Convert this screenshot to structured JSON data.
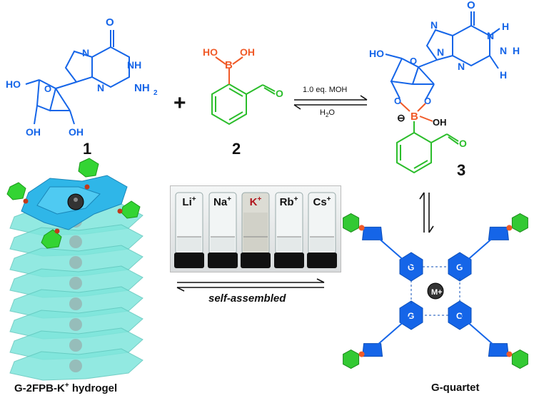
{
  "compounds": {
    "c1": {
      "number": "1"
    },
    "c2": {
      "number": "2"
    },
    "c3": {
      "number": "3"
    }
  },
  "atoms": {
    "oh": "OH",
    "ho": "HO",
    "nh2": "NH",
    "two": "2",
    "n": "N",
    "o": "O",
    "h": "H",
    "b": "B",
    "ominus": "⊖"
  },
  "reaction": {
    "plus": "+",
    "conditions_top": "1.0 eq. MOH",
    "conditions_bottom": "H",
    "conditions_bottom_sub": "2",
    "conditions_bottom_tail": "O"
  },
  "vials": [
    {
      "ion": "Li",
      "charge": "+"
    },
    {
      "ion": "Na",
      "charge": "+"
    },
    {
      "ion": "K",
      "charge": "+"
    },
    {
      "ion": "Rb",
      "charge": "+"
    },
    {
      "ion": "Cs",
      "charge": "+"
    }
  ],
  "self_assembly": {
    "label": "self-assembled"
  },
  "captions": {
    "left_pre": "G-2FPB-K",
    "left_sup": "+",
    "left_post": " hydrogel",
    "right": "G-quartet"
  },
  "quartet": {
    "g": "G",
    "m": "M",
    "m_sup": "+"
  },
  "colors": {
    "guanosine": "#1565e8",
    "boronic": "#2bbd2b",
    "boron": "#f05a28",
    "stack": "#7fe6dc",
    "top_layer": "#2fb6e8",
    "potassium": "#b0151c"
  }
}
